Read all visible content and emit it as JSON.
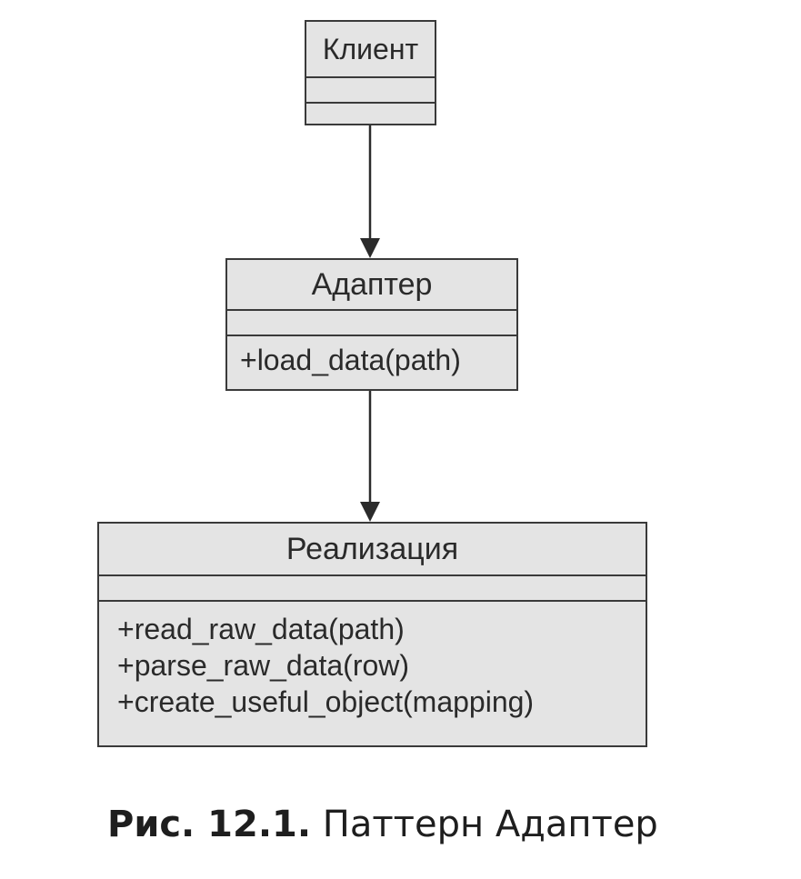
{
  "diagram": {
    "classes": {
      "client": {
        "name": "Клиент",
        "methods": []
      },
      "adapter": {
        "name": "Адаптер",
        "methods": [
          "+load_data(path)"
        ]
      },
      "implementation": {
        "name": "Реализация",
        "methods": [
          "+read_raw_data(path)",
          "+parse_raw_data(row)",
          "+create_useful_object(mapping)"
        ]
      }
    },
    "associations": [
      {
        "from": "Клиент",
        "to": "Адаптер"
      },
      {
        "from": "Адаптер",
        "to": "Реализация"
      }
    ]
  },
  "caption": {
    "number": "Рис. 12.1.",
    "text": "Паттерн Адаптер"
  },
  "colors": {
    "box_fill": "#e4e4e4",
    "box_border": "#3a3a3a",
    "text": "#2a2a2a"
  }
}
